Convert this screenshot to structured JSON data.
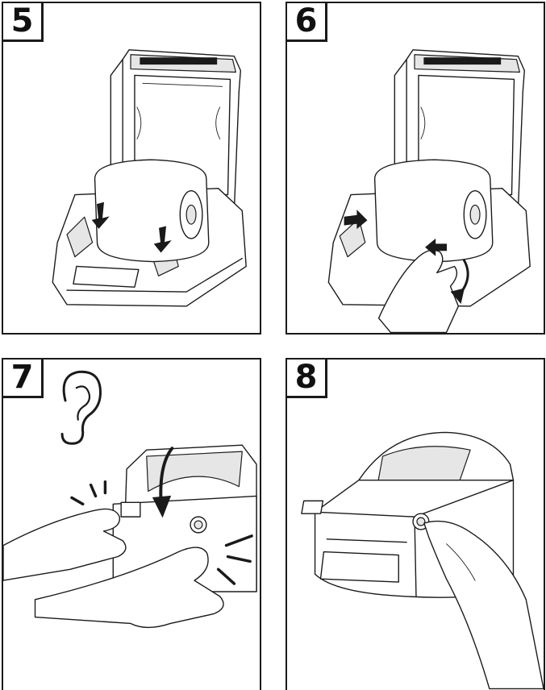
{
  "panels": [
    {
      "step": "5",
      "icon": "down-arrow-icon"
    },
    {
      "step": "6",
      "icon": "push-arrow-icon"
    },
    {
      "step": "7",
      "icon": "ear-icon"
    },
    {
      "step": "8",
      "icon": "feed-button-icon"
    }
  ],
  "colors": {
    "line": "#1a1a1a",
    "fill": "#ffffff",
    "shade": "#e6e6e6"
  }
}
